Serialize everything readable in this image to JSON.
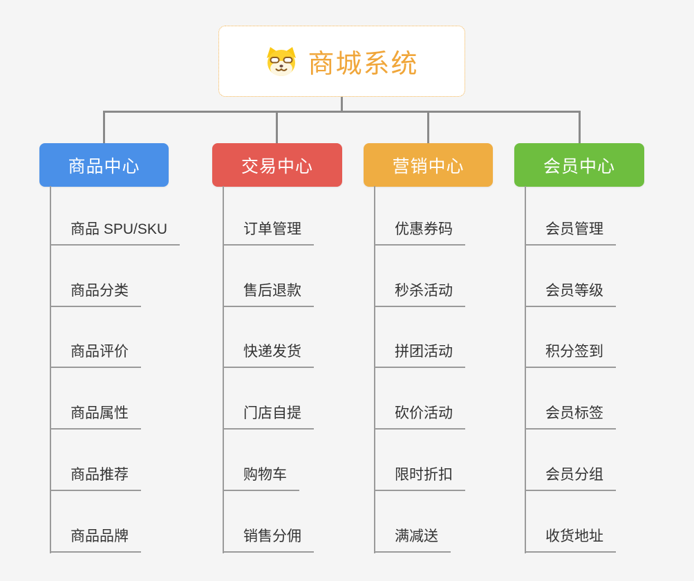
{
  "root": {
    "title": "商城系统",
    "icon": "doge-icon"
  },
  "colors": {
    "background": "#f5f5f5",
    "root_accent": "#f0a63a",
    "root_border": "#f3b04a",
    "connector": "#8a8a8a",
    "leaf_line": "#9a9a9a",
    "leaf_text": "#333333",
    "branch_product": "#4a90e8",
    "branch_trade": "#e45a52",
    "branch_marketing": "#efad42",
    "branch_member": "#6ebe3f"
  },
  "branches": [
    {
      "label": "商品中心",
      "color": "#4a90e8",
      "items": [
        "商品 SPU/SKU",
        "商品分类",
        "商品评价",
        "商品属性",
        "商品推荐",
        "商品品牌"
      ]
    },
    {
      "label": "交易中心",
      "color": "#e45a52",
      "items": [
        "订单管理",
        "售后退款",
        "快递发货",
        "门店自提",
        "购物车",
        "销售分佣"
      ]
    },
    {
      "label": "营销中心",
      "color": "#efad42",
      "items": [
        "优惠券码",
        "秒杀活动",
        "拼团活动",
        "砍价活动",
        "限时折扣",
        "满减送"
      ]
    },
    {
      "label": "会员中心",
      "color": "#6ebe3f",
      "items": [
        "会员管理",
        "会员等级",
        "积分签到",
        "会员标签",
        "会员分组",
        "收货地址"
      ]
    }
  ]
}
